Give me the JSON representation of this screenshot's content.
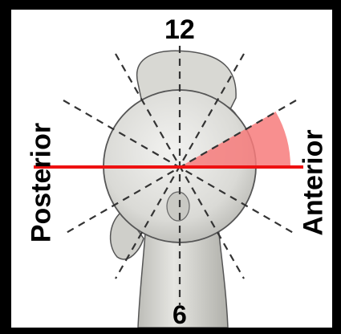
{
  "labels": {
    "top": "12",
    "bottom": "6",
    "left": "Posterior",
    "right": "Anterior"
  },
  "colors": {
    "frame_border": "#000000",
    "background": "#ffffff",
    "axis_line": "#ee1111",
    "sector_fill": "#f77b7b",
    "clock_lines": "#333333",
    "bone_fill": "#dcdcd8",
    "bone_outline": "#555555"
  },
  "icons": [
    "humeral-head-illustration"
  ]
}
